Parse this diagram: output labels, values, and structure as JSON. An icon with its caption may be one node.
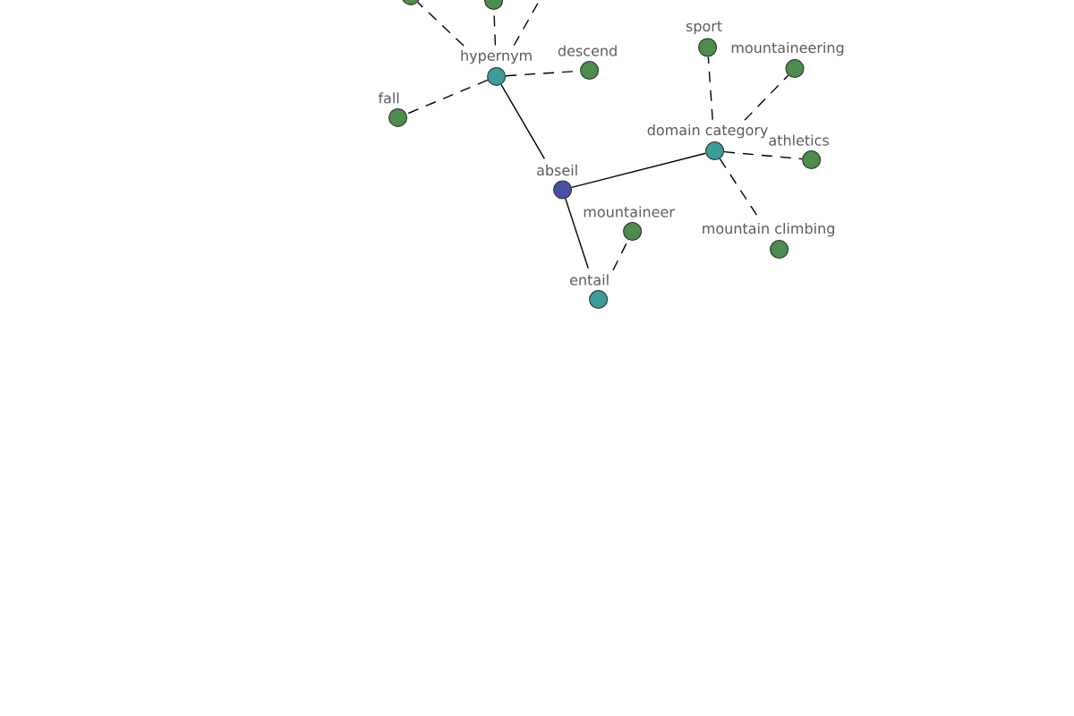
{
  "diagram": {
    "nodes": [
      {
        "text": [],
        "shape": "circle"
      },
      {
        "text": [],
        "shape": "circle"
      },
      {
        "text": [
          "sport"
        ]
      },
      {
        "text": [
          "mountaineering"
        ]
      },
      {
        "text": [
          "descend"
        ]
      },
      {
        "text": [
          "hypernym"
        ]
      },
      {
        "text": [
          "fall"
        ]
      },
      {
        "text": [
          "domain category"
        ]
      },
      {
        "text": [
          "athletics"
        ]
      },
      {
        "text": [
          "abseil"
        ]
      },
      {
        "text": [
          "mountaineer"
        ]
      },
      {
        "text": [
          "mountain climbing"
        ]
      },
      {
        "text": [
          "entail"
        ]
      }
    ],
    "edges": [
      {
        "from": 9,
        "to": 5,
        "arrow": "none"
      },
      {
        "from": 9,
        "to": 7,
        "arrow": "none"
      },
      {
        "from": 9,
        "to": 12,
        "arrow": "none"
      },
      {
        "from": 5,
        "to": 0,
        "arrow": "none",
        "style": "dashed"
      },
      {
        "from": 5,
        "to": 1,
        "arrow": "none",
        "style": "dashed"
      },
      {
        "from": 5,
        "to": null,
        "arrow": "none",
        "style": "dashed"
      },
      {
        "from": 5,
        "to": 4,
        "arrow": "none",
        "style": "dashed"
      },
      {
        "from": 5,
        "to": 6,
        "arrow": "none",
        "style": "dashed"
      },
      {
        "from": 7,
        "to": 2,
        "arrow": "none",
        "style": "dashed"
      },
      {
        "from": 7,
        "to": 3,
        "arrow": "none",
        "style": "dashed"
      },
      {
        "from": 7,
        "to": 8,
        "arrow": "none",
        "style": "dashed"
      },
      {
        "from": 7,
        "to": 11,
        "arrow": "none",
        "style": "dashed"
      },
      {
        "from": 12,
        "to": 10,
        "arrow": "none",
        "style": "dashed"
      }
    ]
  }
}
